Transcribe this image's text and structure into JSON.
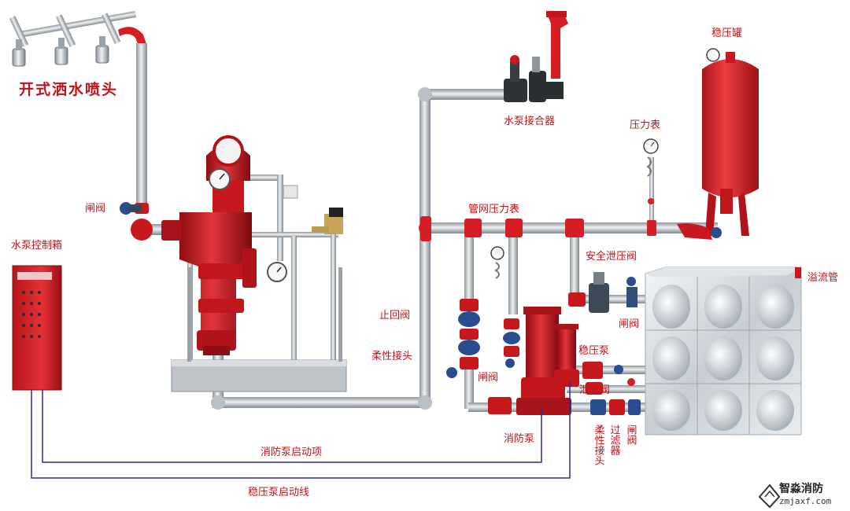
{
  "labels": {
    "sprinkler": "开式洒水喷头",
    "gate_valve_left": "闸阀",
    "pump_control_box": "水泵控制箱",
    "pump_adapter": "水泵接合器",
    "pressure_tank": "稳压罐",
    "pressure_gauge": "压力表",
    "network_gauge": "管网压力表",
    "safety_relief_valve": "安全泄压阀",
    "overflow_pipe": "溢流管",
    "check_valve": "止回阀",
    "flexible_joint": "柔性接头",
    "gate_valve_mid": "闸阀",
    "gate_valve_right": "闸阀",
    "booster_pump": "稳压泵",
    "drain_valve": "泄水阀",
    "fire_pump": "消防泵",
    "flex_vertical": "柔性接头",
    "filter_vertical": "过滤器",
    "gate_vertical": "闸阀",
    "fire_pump_line": "消防泵启动项",
    "booster_pump_line": "稳压泵启动线"
  },
  "logo": {
    "name": "智淼消防",
    "url": "zmjaxf.com"
  },
  "colors": {
    "pipe": "#c9ced3",
    "red": "#d41e24",
    "label": "#c0141c",
    "wire": "#2a2aa0"
  }
}
